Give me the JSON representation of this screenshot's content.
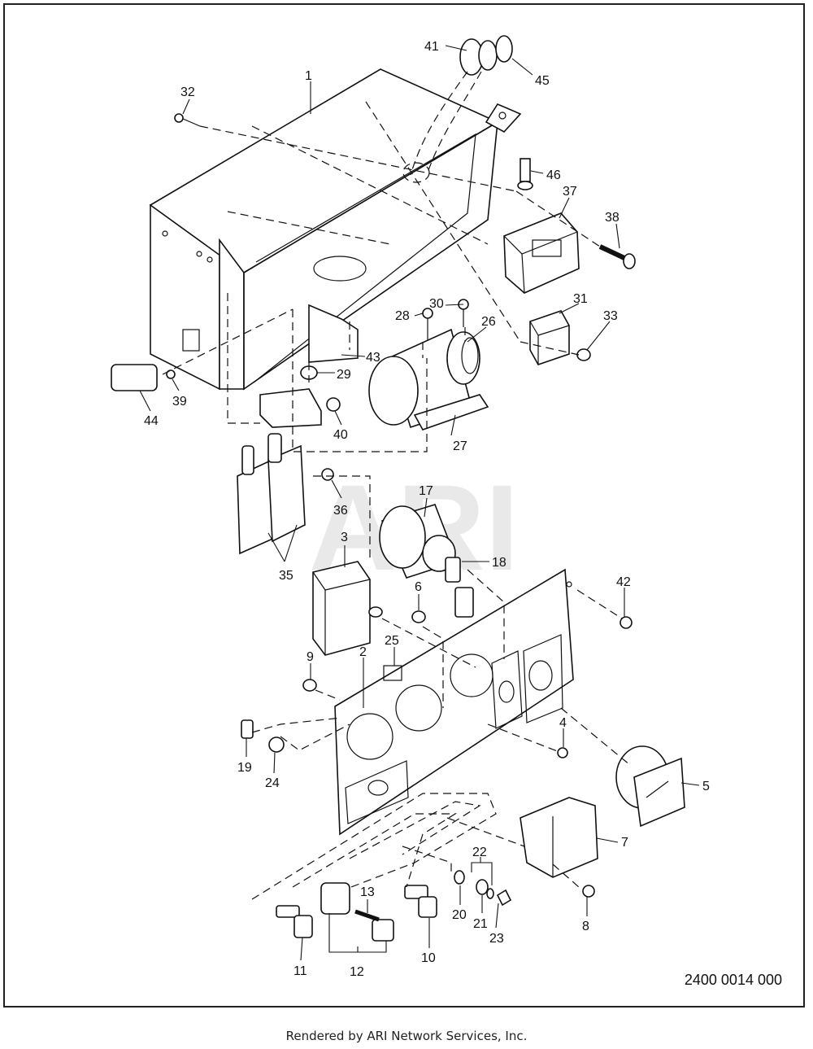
{
  "watermark": "ARI",
  "drawing_number": "2400 0014 000",
  "footer": "Rendered by ARI Network Services, Inc.",
  "callouts": {
    "c1": "1",
    "c2": "2",
    "c3": "3",
    "c4": "4",
    "c5": "5",
    "c6": "6",
    "c7": "7",
    "c8": "8",
    "c9": "9",
    "c10": "10",
    "c11": "11",
    "c12": "12",
    "c13": "13",
    "c17": "17",
    "c18": "18",
    "c19": "19",
    "c20": "20",
    "c21": "21",
    "c22": "22",
    "c23": "23",
    "c24": "24",
    "c25": "25",
    "c26": "26",
    "c27": "27",
    "c28": "28",
    "c29": "29",
    "c30": "30",
    "c31": "31",
    "c32": "32",
    "c33": "33",
    "c35": "35",
    "c36": "36",
    "c37": "37",
    "c38": "38",
    "c39": "39",
    "c40": "40",
    "c41": "41",
    "c42": "42",
    "c43": "43",
    "c44": "44",
    "c45": "45",
    "c46": "46"
  }
}
